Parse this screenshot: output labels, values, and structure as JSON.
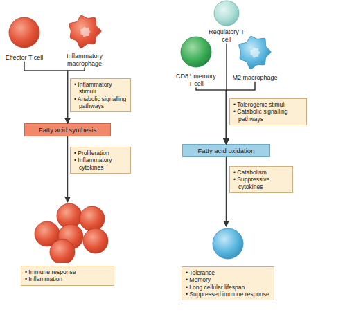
{
  "diagram": {
    "nodes": [
      {
        "text": [
          "Effector T cell"
        ]
      },
      {
        "text": [
          "Inflammatory macrophage"
        ]
      },
      {
        "text": [
          "• Inflammatory stimuli",
          "• Anabolic signalling pathways"
        ]
      },
      {
        "text": [
          "Fatty acid synthesis"
        ]
      },
      {
        "text": [
          "• Proliferation",
          "• Inflammatory cytokines"
        ]
      },
      {
        "text": [
          "• Immune response",
          "• Inflammation"
        ]
      },
      {
        "text": [
          "Regulatory T cell"
        ]
      },
      {
        "text": [
          "CD8⁺ memory T cell"
        ]
      },
      {
        "text": [
          "M2 macrophage"
        ]
      },
      {
        "text": [
          "• Tolerogenic stimuli",
          "• Catabolic signalling pathways"
        ]
      },
      {
        "text": [
          "Fatty acid oxidation"
        ]
      },
      {
        "text": [
          "• Catabolism",
          "• Suppressive cytokines"
        ]
      },
      {
        "text": [
          "• Tolerance",
          "• Memory",
          "• Long cellular lifespan",
          "• Suppressed immune response"
        ]
      }
    ],
    "edges": [
      {
        "from": 0,
        "to": 3,
        "arrow": "to"
      },
      {
        "from": 1,
        "to": 3,
        "arrow": "to"
      },
      {
        "from": 3,
        "to": 5,
        "arrow": "to"
      },
      {
        "from": 6,
        "to": 10,
        "arrow": "to"
      },
      {
        "from": 7,
        "to": 10,
        "arrow": "to"
      },
      {
        "from": 8,
        "to": 10,
        "arrow": "to"
      },
      {
        "from": 10,
        "to": 12,
        "arrow": "to"
      }
    ]
  }
}
